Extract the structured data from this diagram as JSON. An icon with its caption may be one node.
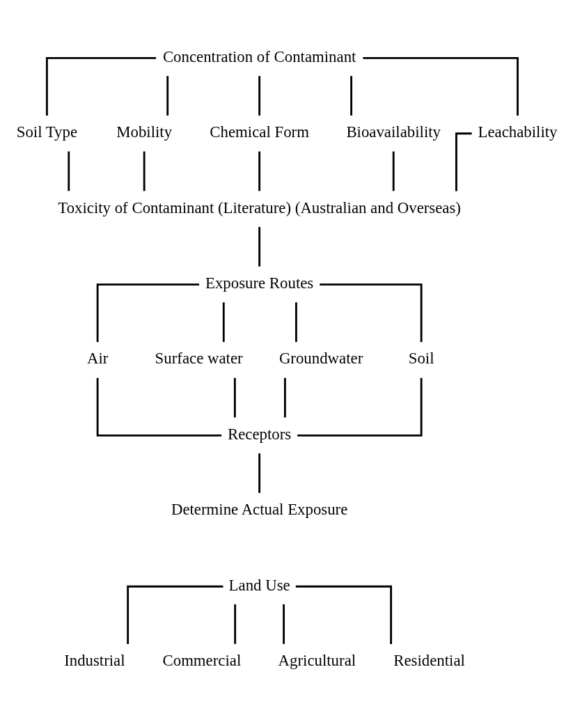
{
  "diagram": {
    "nodes": [
      {
        "text": [
          "Concentration of Contaminant"
        ]
      },
      {
        "text": [
          "Soil Type"
        ]
      },
      {
        "text": [
          "Mobility"
        ]
      },
      {
        "text": [
          "Chemical Form"
        ]
      },
      {
        "text": [
          "Bioavailability"
        ]
      },
      {
        "text": [
          "Leachability"
        ]
      },
      {
        "text": [
          "Toxicity of Contaminant (Literature) (Australian and Overseas)"
        ]
      },
      {
        "text": [
          "Exposure Routes"
        ]
      },
      {
        "text": [
          "Air"
        ]
      },
      {
        "text": [
          "Surface water"
        ]
      },
      {
        "text": [
          "Groundwater"
        ]
      },
      {
        "text": [
          "Soil"
        ]
      },
      {
        "text": [
          "Receptors"
        ]
      },
      {
        "text": [
          "Determine Actual Exposure"
        ]
      },
      {
        "text": [
          "Land Use"
        ]
      },
      {
        "text": [
          "Industrial"
        ]
      },
      {
        "text": [
          "Commercial"
        ]
      },
      {
        "text": [
          "Agricultural"
        ]
      },
      {
        "text": [
          "Residential"
        ]
      }
    ],
    "edges": [
      {
        "from": 0,
        "to": 1,
        "arrow": "none"
      },
      {
        "from": 0,
        "to": 2,
        "arrow": "none"
      },
      {
        "from": 0,
        "to": 3,
        "arrow": "none"
      },
      {
        "from": 0,
        "to": 4,
        "arrow": "none"
      },
      {
        "from": 0,
        "to": 5,
        "arrow": "none"
      },
      {
        "from": 1,
        "to": 6,
        "arrow": "none"
      },
      {
        "from": 2,
        "to": 6,
        "arrow": "none"
      },
      {
        "from": 3,
        "to": 6,
        "arrow": "none"
      },
      {
        "from": 4,
        "to": 6,
        "arrow": "none"
      },
      {
        "from": 5,
        "to": 6,
        "arrow": "none"
      },
      {
        "from": 6,
        "to": 7,
        "arrow": "none"
      },
      {
        "from": 7,
        "to": 8,
        "arrow": "none"
      },
      {
        "from": 7,
        "to": 9,
        "arrow": "none"
      },
      {
        "from": 7,
        "to": 10,
        "arrow": "none"
      },
      {
        "from": 7,
        "to": 11,
        "arrow": "none"
      },
      {
        "from": 8,
        "to": 12,
        "arrow": "none"
      },
      {
        "from": 9,
        "to": 12,
        "arrow": "none"
      },
      {
        "from": 10,
        "to": 12,
        "arrow": "none"
      },
      {
        "from": 11,
        "to": 12,
        "arrow": "none"
      },
      {
        "from": 12,
        "to": 13,
        "arrow": "none"
      },
      {
        "from": 14,
        "to": 15,
        "arrow": "none"
      },
      {
        "from": 14,
        "to": 16,
        "arrow": "none"
      },
      {
        "from": 14,
        "to": 17,
        "arrow": "none"
      },
      {
        "from": 14,
        "to": 18,
        "arrow": "none"
      }
    ]
  }
}
